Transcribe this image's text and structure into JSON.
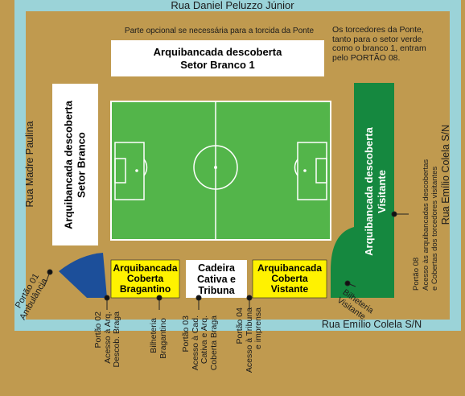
{
  "streets": {
    "top": "Rua Daniel Peluzzo Júnior",
    "left": "Rua Madre Paulina",
    "right": "Rua Emílio Colela S/N",
    "bottom": "Rua Emílio Colela S/N"
  },
  "notes": {
    "optional": "Parte opcional se necessária para a torcida da Ponte",
    "ponte": [
      "Os torcedores da Ponte,",
      "tanto para o setor verde",
      "como o branco 1, entram",
      "pelo PORTÃO 08."
    ]
  },
  "sectors": {
    "branco1": [
      "Arquibancada descoberta",
      "Setor Branco 1"
    ],
    "branco": [
      "Arquibancada descoberta",
      "Setor Branco"
    ],
    "visitante_verde": [
      "Arquibancada descoberta",
      "Visitante"
    ],
    "bragantino": [
      "Arquibancada",
      "Coberta",
      "Bragantino"
    ],
    "tribuna": [
      "Cadeira",
      "Cativa e",
      "Tribuna"
    ],
    "vistante": [
      "Arquibancada",
      "Coberta",
      "Vistante"
    ]
  },
  "gates": {
    "p01": [
      "Portão 01",
      "Ambulância"
    ],
    "p02": [
      "Portão 02",
      "Acesso à Arq.",
      "Descob. Braga"
    ],
    "bilheteria_braga": [
      "Bilheteria",
      "Bragantino"
    ],
    "p03": [
      "Portão 03",
      "Acesso à Cad.",
      "Cativa e Arq.",
      "Coberta Braga"
    ],
    "p04": [
      "Portão 04",
      "Acesso à Tribuna",
      "e imprensa"
    ],
    "bilheteria_vis": [
      "Bilheteria",
      "Visitante"
    ],
    "p08": [
      "Portão 08",
      "Acesso às arquibancadas descobertas",
      "e Cobertas dos torcedores visitantes"
    ]
  },
  "colors": {
    "ground": "#c09a4f",
    "ring": "#9bd3d8",
    "field": "#53b54a",
    "green_stand": "#15883f",
    "blue_stand": "#1c4f9a",
    "yellow": "#fff200"
  }
}
